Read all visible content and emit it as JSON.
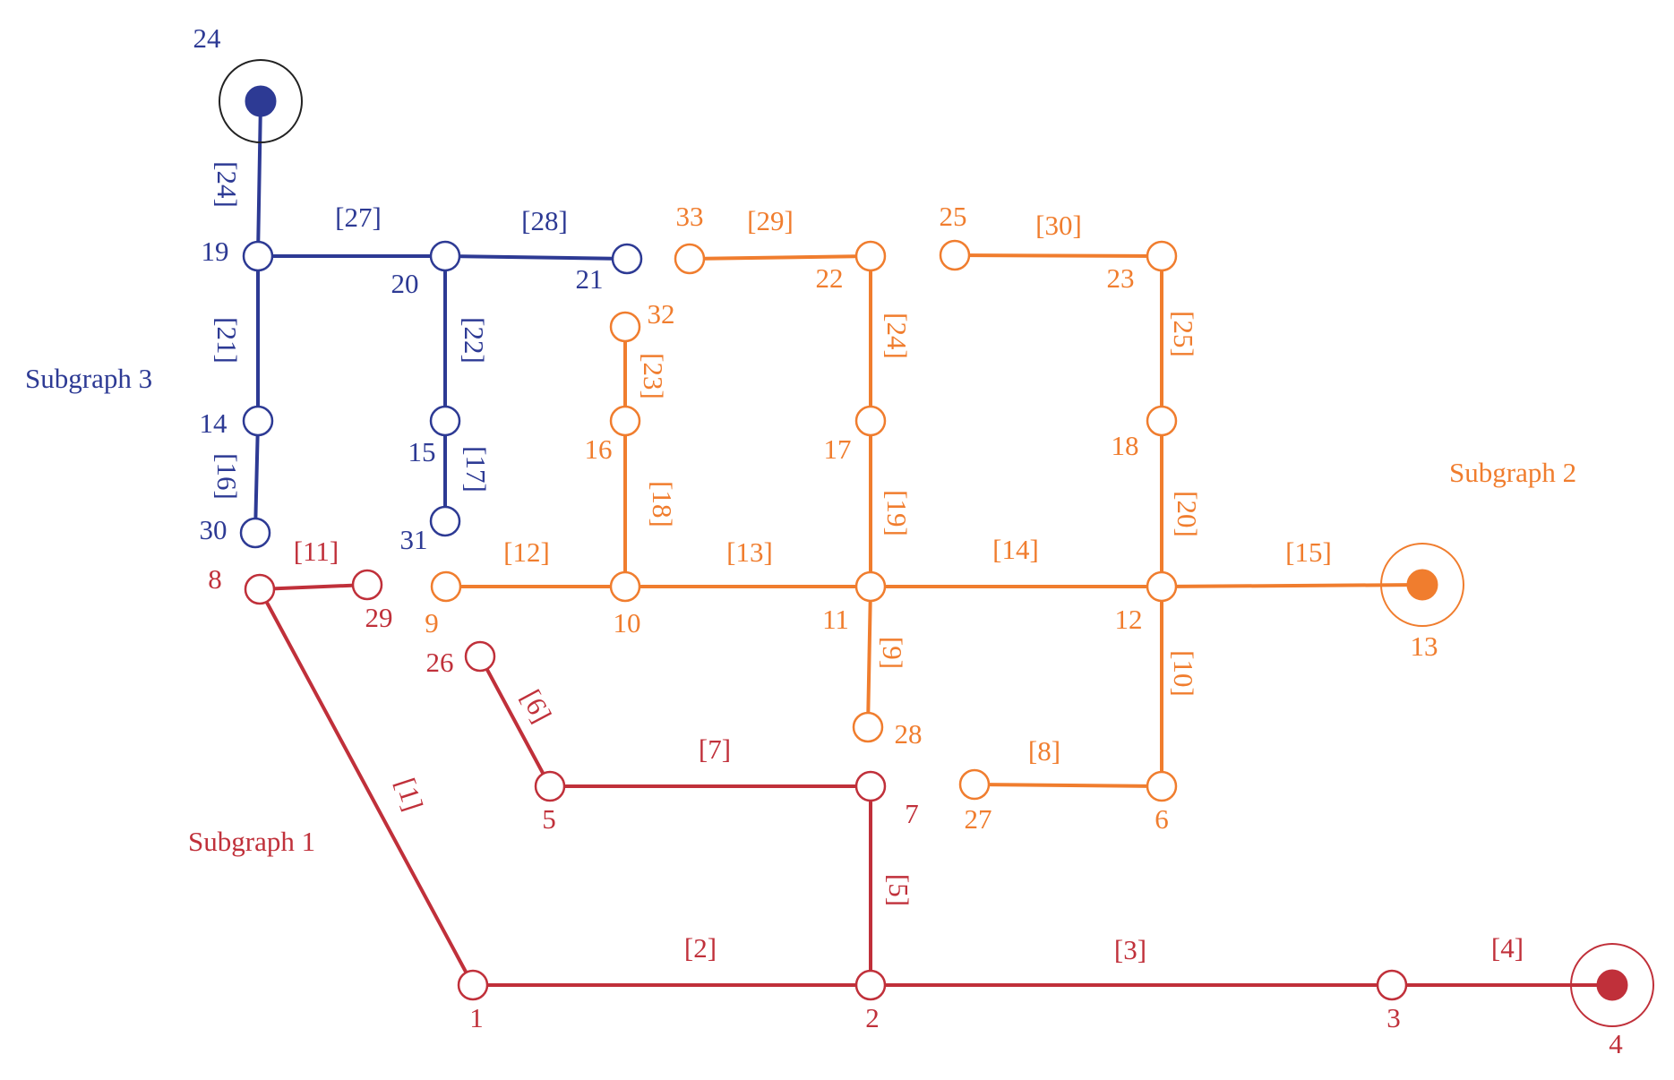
{
  "colors": {
    "subgraph1": "#c0303a",
    "subgraph2": "#f07d2e",
    "subgraph3": "#2d3a94",
    "subgraph3_ring": "#222222"
  },
  "subgraphs": [
    {
      "id": "subgraph1",
      "label": "Subgraph 1"
    },
    {
      "id": "subgraph2",
      "label": "Subgraph 2"
    },
    {
      "id": "subgraph3",
      "label": "Subgraph 3"
    }
  ],
  "nodes": [
    {
      "id": "1",
      "group": "subgraph1"
    },
    {
      "id": "2",
      "group": "subgraph1"
    },
    {
      "id": "3",
      "group": "subgraph1"
    },
    {
      "id": "4",
      "group": "subgraph1",
      "source": true
    },
    {
      "id": "5",
      "group": "subgraph1"
    },
    {
      "id": "7",
      "group": "subgraph1"
    },
    {
      "id": "8",
      "group": "subgraph1"
    },
    {
      "id": "26",
      "group": "subgraph1"
    },
    {
      "id": "29",
      "group": "subgraph1"
    },
    {
      "id": "6",
      "group": "subgraph2"
    },
    {
      "id": "9",
      "group": "subgraph2"
    },
    {
      "id": "10",
      "group": "subgraph2"
    },
    {
      "id": "11",
      "group": "subgraph2"
    },
    {
      "id": "12",
      "group": "subgraph2"
    },
    {
      "id": "13",
      "group": "subgraph2",
      "source": true
    },
    {
      "id": "16",
      "group": "subgraph2"
    },
    {
      "id": "17",
      "group": "subgraph2"
    },
    {
      "id": "18",
      "group": "subgraph2"
    },
    {
      "id": "22",
      "group": "subgraph2"
    },
    {
      "id": "23",
      "group": "subgraph2"
    },
    {
      "id": "25",
      "group": "subgraph2"
    },
    {
      "id": "27",
      "group": "subgraph2"
    },
    {
      "id": "28",
      "group": "subgraph2"
    },
    {
      "id": "32",
      "group": "subgraph2"
    },
    {
      "id": "33",
      "group": "subgraph2"
    },
    {
      "id": "14",
      "group": "subgraph3"
    },
    {
      "id": "15",
      "group": "subgraph3"
    },
    {
      "id": "19",
      "group": "subgraph3"
    },
    {
      "id": "20",
      "group": "subgraph3"
    },
    {
      "id": "21",
      "group": "subgraph3"
    },
    {
      "id": "24",
      "group": "subgraph3",
      "source": true
    },
    {
      "id": "30",
      "group": "subgraph3"
    },
    {
      "id": "31",
      "group": "subgraph3"
    }
  ],
  "edges": [
    {
      "label": "[1]",
      "from": "8",
      "to": "1",
      "group": "subgraph1"
    },
    {
      "label": "[2]",
      "from": "1",
      "to": "2",
      "group": "subgraph1"
    },
    {
      "label": "[3]",
      "from": "2",
      "to": "3",
      "group": "subgraph1"
    },
    {
      "label": "[4]",
      "from": "3",
      "to": "4",
      "group": "subgraph1"
    },
    {
      "label": "[5]",
      "from": "7",
      "to": "2",
      "group": "subgraph1"
    },
    {
      "label": "[6]",
      "from": "26",
      "to": "5",
      "group": "subgraph1"
    },
    {
      "label": "[7]",
      "from": "5",
      "to": "7",
      "group": "subgraph1"
    },
    {
      "label": "[11]",
      "from": "8",
      "to": "29",
      "group": "subgraph1"
    },
    {
      "label": "[8]",
      "from": "27",
      "to": "6",
      "group": "subgraph2"
    },
    {
      "label": "[9]",
      "from": "11",
      "to": "28",
      "group": "subgraph2"
    },
    {
      "label": "[10]",
      "from": "12",
      "to": "6",
      "group": "subgraph2"
    },
    {
      "label": "[12]",
      "from": "9",
      "to": "10",
      "group": "subgraph2"
    },
    {
      "label": "[13]",
      "from": "10",
      "to": "11",
      "group": "subgraph2"
    },
    {
      "label": "[14]",
      "from": "11",
      "to": "12",
      "group": "subgraph2"
    },
    {
      "label": "[15]",
      "from": "12",
      "to": "13",
      "group": "subgraph2"
    },
    {
      "label": "[18]",
      "from": "16",
      "to": "10",
      "group": "subgraph2"
    },
    {
      "label": "[19]",
      "from": "17",
      "to": "11",
      "group": "subgraph2"
    },
    {
      "label": "[20]",
      "from": "18",
      "to": "12",
      "group": "subgraph2"
    },
    {
      "label": "[23]",
      "from": "32",
      "to": "16",
      "group": "subgraph2"
    },
    {
      "label": "[24]",
      "from": "22",
      "to": "17",
      "group": "subgraph2"
    },
    {
      "label": "[25]",
      "from": "23",
      "to": "18",
      "group": "subgraph2"
    },
    {
      "label": "[29]",
      "from": "33",
      "to": "22",
      "group": "subgraph2"
    },
    {
      "label": "[30]",
      "from": "25",
      "to": "23",
      "group": "subgraph2"
    },
    {
      "label": "[16]",
      "from": "14",
      "to": "30",
      "group": "subgraph3"
    },
    {
      "label": "[17]",
      "from": "15",
      "to": "31",
      "group": "subgraph3"
    },
    {
      "label": "[21]",
      "from": "19",
      "to": "14",
      "group": "subgraph3"
    },
    {
      "label": "[22]",
      "from": "20",
      "to": "15",
      "group": "subgraph3"
    },
    {
      "label": "[24]",
      "from": "24",
      "to": "19",
      "group": "subgraph3"
    },
    {
      "label": "[27]",
      "from": "19",
      "to": "20",
      "group": "subgraph3"
    },
    {
      "label": "[28]",
      "from": "20",
      "to": "21",
      "group": "subgraph3"
    }
  ]
}
